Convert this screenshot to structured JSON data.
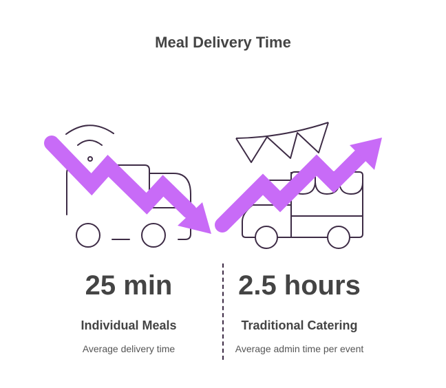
{
  "title": "Meal Delivery Time",
  "left": {
    "value": "25 min",
    "label": "Individual Meals",
    "description": "Average delivery time",
    "icon": "delivery-truck-wifi-icon",
    "trend": "down"
  },
  "right": {
    "value": "2.5 hours",
    "label": "Traditional Catering",
    "description": "Average admin time per event",
    "icon": "catering-truck-icon",
    "trend": "up"
  },
  "colors": {
    "accent": "#c86bf7",
    "line": "#3d2b45",
    "text": "#444444"
  }
}
